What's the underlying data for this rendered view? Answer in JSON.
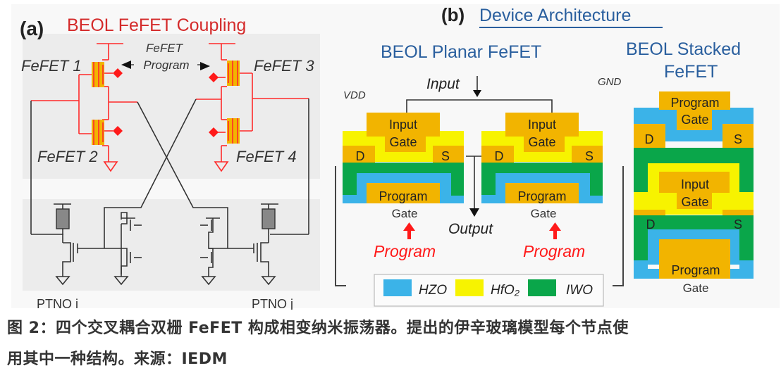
{
  "panel_a": {
    "label": "(a)",
    "title": "BEOL FeFET Coupling",
    "fefet_labels": [
      "FeFET 1",
      "FeFET 2",
      "FeFET 3",
      "FeFET 4"
    ],
    "program_label_line1": "FeFET",
    "program_label_line2": "Program",
    "ptno_left": "PTNO i",
    "ptno_right": "PTNO j"
  },
  "panel_b": {
    "label": "(b)",
    "title": "Device Architecture",
    "planar_title": "BEOL Planar FeFET",
    "stacked_title_line1": "BEOL Stacked",
    "stacked_title_line2": "FeFET",
    "vdd": "VDD",
    "gnd": "GND",
    "input": "Input",
    "output": "Output",
    "input_gate_line1": "Input",
    "input_gate_line2": "Gate",
    "program_gate_line1": "Program",
    "program_gate_line2": "Gate",
    "drain": "D",
    "source": "S",
    "program_arrow_label": "Program",
    "legend": [
      {
        "name": "HZO",
        "color": "#3bb3e8"
      },
      {
        "name": "HfO₂",
        "color": "#f7f300"
      },
      {
        "name": "IWO",
        "color": "#0aa64a"
      }
    ]
  },
  "colors": {
    "title_red": "#d42a2a",
    "title_blue": "#2a5f9e",
    "gate_orange": "#f2b400",
    "circuit_red": "#ff2a2a",
    "panel_gray": "#ececec"
  },
  "caption": {
    "line1": "图 2：四个交叉耦合双栅 FeFET 构成相变纳米振荡器。提出的伊辛玻璃模型每个节点使",
    "line2": "用其中一种结构。来源：IEDM"
  }
}
